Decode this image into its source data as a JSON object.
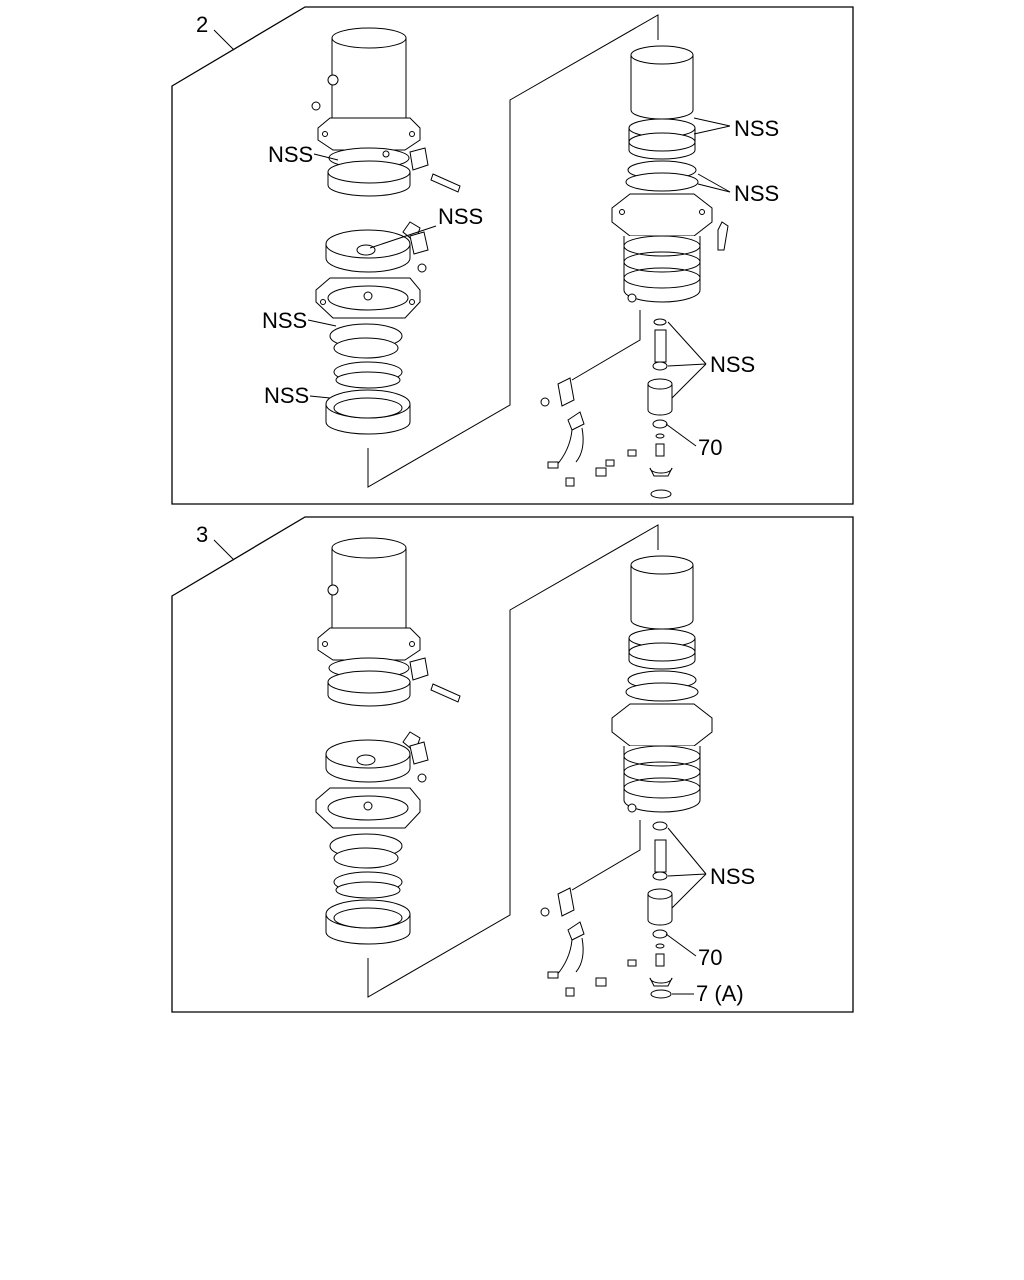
{
  "panels": [
    {
      "index": "2",
      "callouts": {
        "nss_cover_ring": "NSS",
        "nss_diaphragm": "NSS",
        "nss_flange_ring": "NSS",
        "nss_bottom_ring": "NSS",
        "nss_piston_seals": "NSS",
        "nss_piston_ring": "NSS",
        "nss_valve_parts": "NSS",
        "part_70": "70"
      }
    },
    {
      "index": "3",
      "callouts": {
        "nss_valve_parts": "NSS",
        "part_70": "70",
        "part_7a": "7 (A)"
      }
    }
  ]
}
